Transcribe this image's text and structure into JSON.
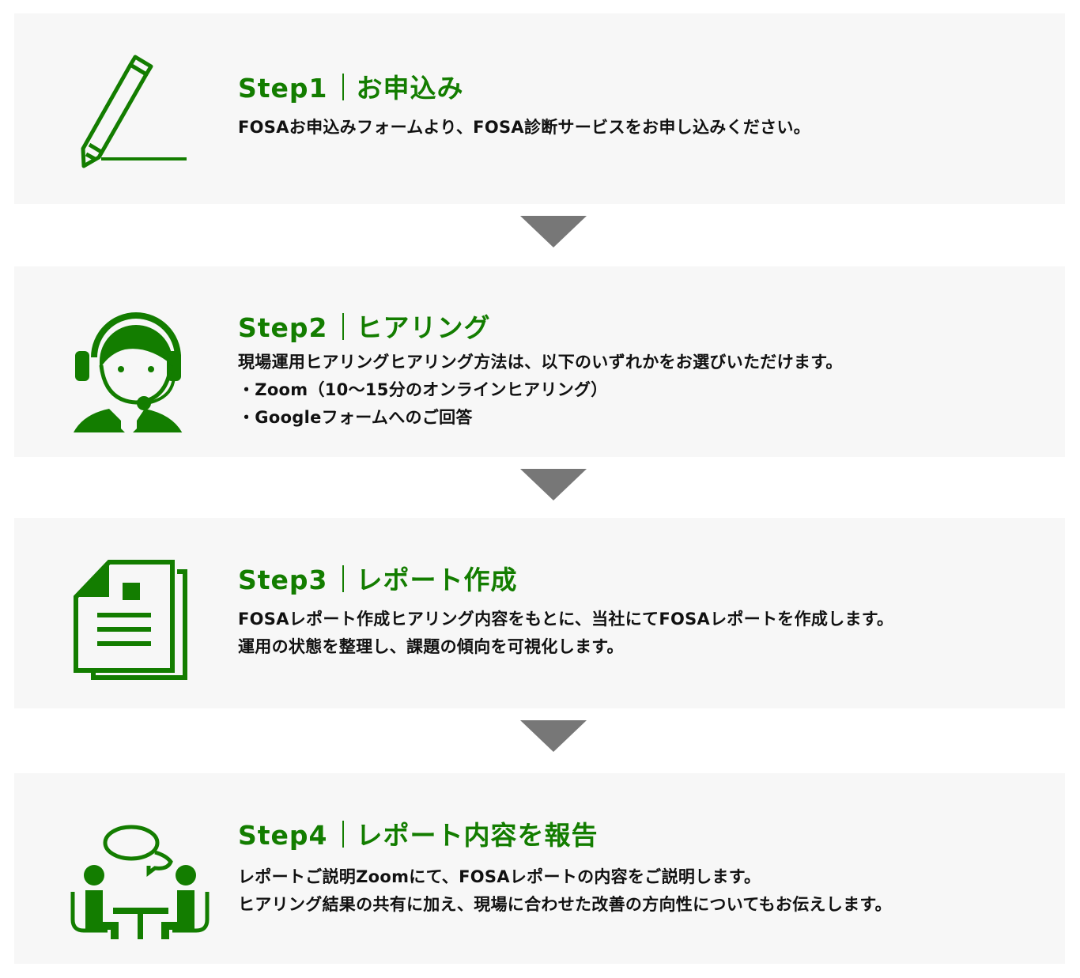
{
  "steps": [
    {
      "step": "Step1",
      "title": "お申込み",
      "lines": [
        "FOSAお申込みフォームより、FOSA診断サービスをお申し込みください。"
      ]
    },
    {
      "step": "Step2",
      "title": "ヒアリング",
      "lines": [
        "現場運用ヒアリングヒアリング方法は、以下のいずれかをお選びいただけます。",
        "・Zoom（10〜15分のオンラインヒアリング）",
        "・Googleフォームへのご回答"
      ]
    },
    {
      "step": "Step3",
      "title": "レポート作成",
      "lines": [
        "FOSAレポート作成ヒアリング内容をもとに、当社にてFOSAレポートを作成します。",
        "運用の状態を整理し、課題の傾向を可視化します。"
      ]
    },
    {
      "step": "Step4",
      "title": "レポート内容を報告",
      "lines": [
        "レポートご説明Zoomにて、FOSAレポートの内容をご説明します。",
        "ヒアリング結果の共有に加え、現場に合わせた改善の方向性についてもお伝えします。"
      ]
    }
  ],
  "colors": {
    "accent": "#137d00",
    "card": "#f7f7f7",
    "arrow": "#777777"
  }
}
